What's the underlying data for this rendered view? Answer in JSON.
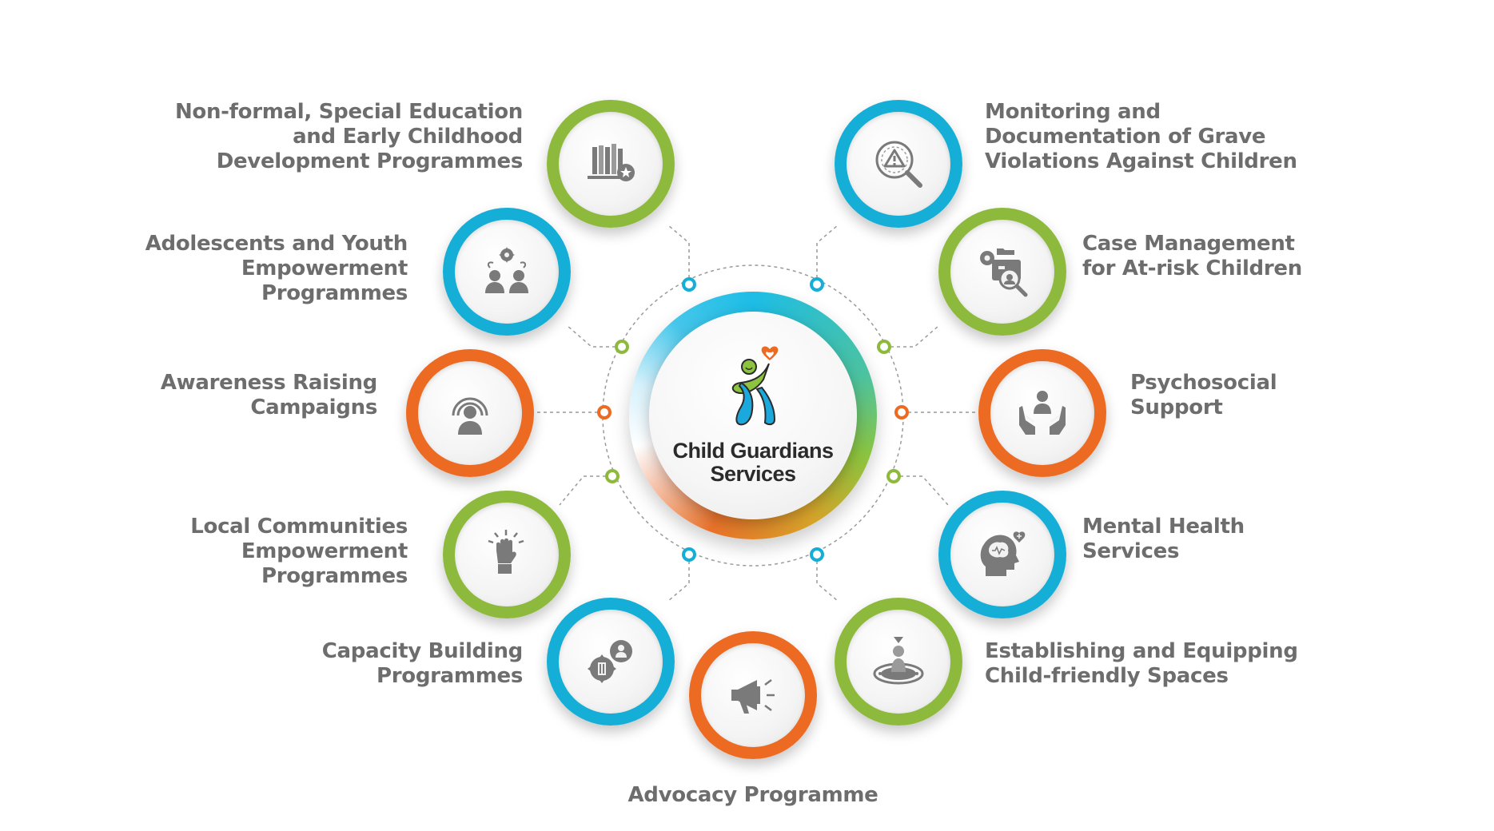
{
  "colors": {
    "green": "#8dba3c",
    "cyan": "#15aed6",
    "orange": "#ec6a22",
    "label": "#6d6d6d",
    "icon": "#7a7a7a",
    "connector": "#9a9a9a",
    "hub_text": "#2b2b2b",
    "logo_green": "#8cc43f",
    "logo_blue": "#1ba8dc",
    "logo_heart": "#ec6a22"
  },
  "hub": {
    "title_line1": "Child Guardians",
    "title_line2": "Services"
  },
  "services": [
    {
      "id": "non-formal-education",
      "lines": [
        "Non-formal, Special Education",
        "and Early Childhood",
        "Development Programmes"
      ],
      "color": "green",
      "icon": "books-icon"
    },
    {
      "id": "adolescents-youth",
      "lines": [
        "Adolescents and Youth",
        "Empowerment",
        "Programmes"
      ],
      "color": "cyan",
      "icon": "youth-gear-icon"
    },
    {
      "id": "awareness-raising",
      "lines": [
        "Awareness Raising",
        "Campaigns"
      ],
      "color": "orange",
      "icon": "broadcast-person-icon"
    },
    {
      "id": "local-communities",
      "lines": [
        "Local Communities",
        "Empowerment",
        "Programmes"
      ],
      "color": "green",
      "icon": "raised-fist-icon"
    },
    {
      "id": "capacity-building",
      "lines": [
        "Capacity Building",
        "Programmes"
      ],
      "color": "cyan",
      "icon": "gears-icon"
    },
    {
      "id": "advocacy",
      "lines": [
        "Advocacy Programme"
      ],
      "color": "orange",
      "icon": "megaphone-icon"
    },
    {
      "id": "monitoring-violations",
      "lines": [
        "Monitoring and",
        "Documentation of Grave",
        "Violations Against Children"
      ],
      "color": "cyan",
      "icon": "magnifier-warning-icon"
    },
    {
      "id": "case-management",
      "lines": [
        "Case Management",
        "for At-risk Children"
      ],
      "color": "green",
      "icon": "case-search-icon"
    },
    {
      "id": "psychosocial",
      "lines": [
        "Psychosocial",
        "Support"
      ],
      "color": "orange",
      "icon": "hands-care-icon"
    },
    {
      "id": "mental-health",
      "lines": [
        "Mental Health",
        "Services"
      ],
      "color": "cyan",
      "icon": "head-brain-icon"
    },
    {
      "id": "child-friendly-spaces",
      "lines": [
        "Establishing and Equipping",
        "Child-friendly Spaces"
      ],
      "color": "green",
      "icon": "child-space-icon"
    }
  ]
}
